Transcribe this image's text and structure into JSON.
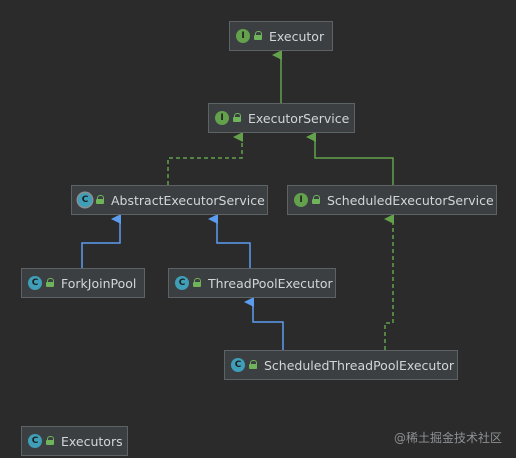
{
  "colors": {
    "background": "#2b2b2b",
    "node_fill": "#3b3f41",
    "node_border": "#5d6265",
    "interface_badge": "#63a14d",
    "class_badge": "#3f9fb8",
    "extends_edge": "#5c9cf0",
    "implements_edge": "#63a14d"
  },
  "nodes": {
    "executor": {
      "label": "Executor",
      "kind": "interface",
      "badge": "I"
    },
    "executor_service": {
      "label": "ExecutorService",
      "kind": "interface",
      "badge": "I"
    },
    "abstract_executor_service": {
      "label": "AbstractExecutorService",
      "kind": "abstract",
      "badge": "C"
    },
    "scheduled_executor_service": {
      "label": "ScheduledExecutorService",
      "kind": "interface",
      "badge": "I"
    },
    "fork_join_pool": {
      "label": "ForkJoinPool",
      "kind": "class",
      "badge": "C"
    },
    "thread_pool_executor": {
      "label": "ThreadPoolExecutor",
      "kind": "class",
      "badge": "C"
    },
    "scheduled_thread_pool_executor": {
      "label": "ScheduledThreadPoolExecutor",
      "kind": "class",
      "badge": "C"
    },
    "executors": {
      "label": "Executors",
      "kind": "class",
      "badge": "C"
    }
  },
  "edges": [
    {
      "from": "executor_service",
      "to": "executor",
      "type": "extends-interface"
    },
    {
      "from": "abstract_executor_service",
      "to": "executor_service",
      "type": "implements"
    },
    {
      "from": "scheduled_executor_service",
      "to": "executor_service",
      "type": "extends-interface"
    },
    {
      "from": "fork_join_pool",
      "to": "abstract_executor_service",
      "type": "extends"
    },
    {
      "from": "thread_pool_executor",
      "to": "abstract_executor_service",
      "type": "extends"
    },
    {
      "from": "scheduled_thread_pool_executor",
      "to": "thread_pool_executor",
      "type": "extends"
    },
    {
      "from": "scheduled_thread_pool_executor",
      "to": "scheduled_executor_service",
      "type": "implements"
    }
  ],
  "watermark": "@稀土掘金技术社区"
}
